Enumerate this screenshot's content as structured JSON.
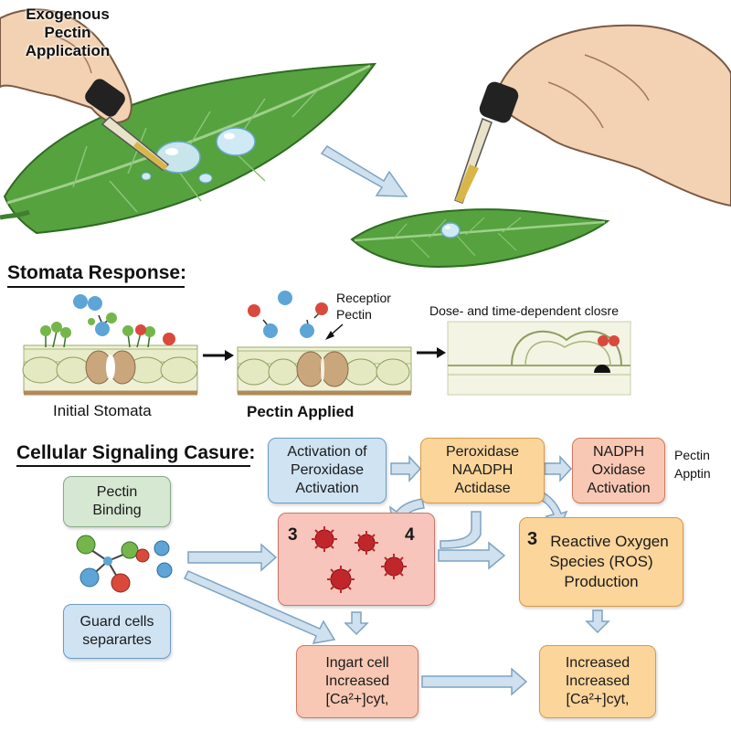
{
  "top": {
    "application_label": [
      "Exogenous",
      "Pectin",
      "Application"
    ]
  },
  "stomata": {
    "heading": "Stomata Response:",
    "captions": {
      "initial": "Initial Stomata",
      "applied": "Pectin Applied"
    },
    "annotations": {
      "receptor": "Receptior",
      "pectin": "Pectin",
      "closure": "Dose- and time-dependent closre"
    }
  },
  "signaling": {
    "heading": "Cellular Signaling Casure:",
    "boxes": {
      "activation_peroxidase": [
        "Activation of",
        "Peroxidase",
        "Activation"
      ],
      "peroxidase_nadph": [
        "Peroxidase",
        "NAADPH",
        "Actidase"
      ],
      "nadph_oxidase": [
        "NADPH",
        "Oxidase",
        "Activation"
      ],
      "pectin_binding": [
        "Pectin",
        "Binding"
      ],
      "guard_cells": [
        "Guard cells",
        "separartes"
      ],
      "ros_production": [
        "Reactive Oxygen",
        "Species (ROS)",
        "Production"
      ],
      "ingart_cell": [
        "Ingart cell",
        "Increased",
        "[Ca²+]cyt,"
      ],
      "increased_ca": [
        "Increased",
        "Increased",
        "[Ca²+]cyt,"
      ]
    },
    "side_label": [
      "Pectin",
      "Apptin"
    ],
    "numbers": {
      "center_left": "3",
      "center_right": "4",
      "ros": "3"
    }
  },
  "colors": {
    "leaf": "#4e9a3a",
    "leaf_dark": "#2f6b22",
    "arrow_fill": "#cfe0ee",
    "arrow_stroke": "#7ea3c2",
    "ros_particle": "#c0262a"
  }
}
